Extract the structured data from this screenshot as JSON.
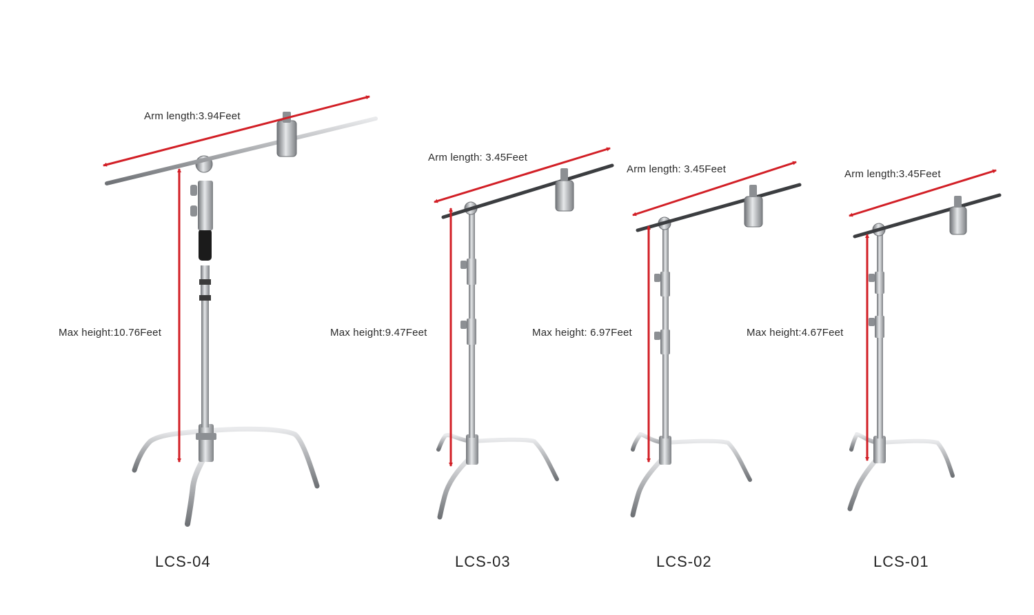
{
  "colors": {
    "arrow": "#d21f26",
    "steel": "#a9acb0",
    "steel_dark": "#5c5f63",
    "grip": "#1b1b1b",
    "text": "#2a2a2a"
  },
  "stands": [
    {
      "model": "LCS-04",
      "arm_length_label": "Arm length:3.94Feet",
      "max_height_label": "Max height:10.76Feet"
    },
    {
      "model": "LCS-03",
      "arm_length_label": "Arm length: 3.45Feet",
      "max_height_label": "Max height:9.47Feet"
    },
    {
      "model": "LCS-02",
      "arm_length_label": "Arm length: 3.45Feet",
      "max_height_label": "Max height: 6.97Feet"
    },
    {
      "model": "LCS-01",
      "arm_length_label": "Arm length:3.45Feet",
      "max_height_label": "Max height:4.67Feet"
    }
  ]
}
